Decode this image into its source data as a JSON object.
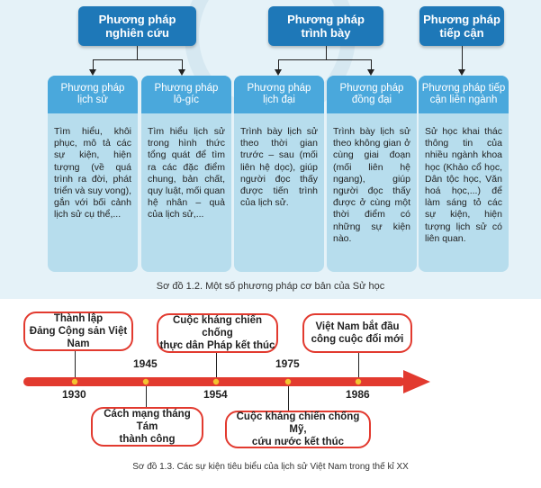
{
  "diagram1": {
    "top_boxes": [
      {
        "label": "Phương pháp\nnghiên cứu"
      },
      {
        "label": "Phương pháp\ntrình bày"
      },
      {
        "label": "Phương pháp\ntiếp cận"
      }
    ],
    "columns": [
      {
        "title": "Phương pháp\nlịch sử",
        "body": "Tìm hiểu, khôi phục, mô tả các sự kiện, hiện tượng (về quá trình ra đời, phát triển và suy vong), gắn với bối cảnh lịch sử cụ thể,..."
      },
      {
        "title": "Phương pháp\nlô-gíc",
        "body": "Tìm hiểu lịch sử trong hình thức tổng quát để tìm ra các đặc điểm chung, bản chất, quy luật, mối quan hệ nhân – quả của lịch sử,..."
      },
      {
        "title": "Phương pháp\nlịch đại",
        "body": "Trình bày lịch sử theo thời gian trước – sau (mối liên hệ dọc), giúp người đọc thấy được tiến trình của lịch sử."
      },
      {
        "title": "Phương pháp\nđồng đại",
        "body": "Trình bày lịch sử theo không gian ở cùng giai đoạn (mối liên hệ ngang), giúp người đọc thấy được ở cùng một thời điểm có những sự kiện nào."
      },
      {
        "title": "Phương pháp tiếp\ncận liên ngành",
        "body": "Sử học khai thác thông tin của nhiều ngành khoa học (Khảo cổ học, Dân tộc học, Văn hoá học,...) để làm sáng tỏ các sự kiện, hiện tượng lịch sử có liên quan."
      }
    ],
    "caption": "Sơ đồ 1.2. Một số phương pháp cơ bản của Sử học"
  },
  "diagram2": {
    "years": [
      "1930",
      "1945",
      "1954",
      "1975",
      "1986"
    ],
    "events_above": [
      {
        "label": "Thành lập\nĐảng Cộng sản Việt Nam"
      },
      {
        "label": "Cuộc kháng chiến chống\nthực dân Pháp kết thúc"
      },
      {
        "label": "Việt Nam bắt đầu\ncông cuộc đổi mới"
      }
    ],
    "events_below": [
      {
        "label": "Cách mạng tháng Tám\nthành công"
      },
      {
        "label": "Cuộc kháng chiến chống Mỹ,\ncứu nước kết thúc"
      }
    ],
    "caption": "Sơ đồ 1.3. Các sự kiện tiêu biểu của lịch sử Việt Nam trong thế kỉ XX"
  },
  "colors": {
    "top_box": "#1e78b8",
    "column_header": "#4aa8dc",
    "column_body": "#b7dded",
    "timeline_red": "#e23a2f",
    "timeline_dot": "#f4c430"
  }
}
